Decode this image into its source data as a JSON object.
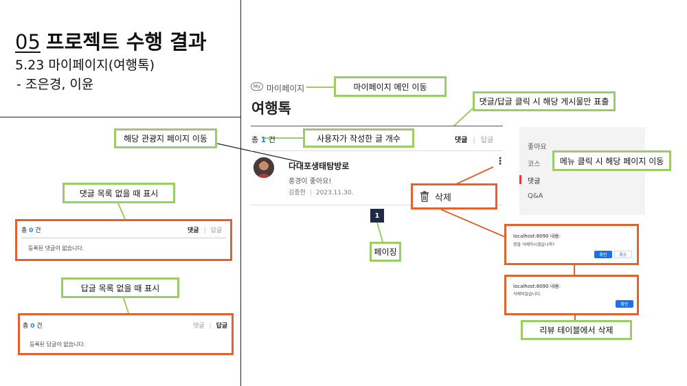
{
  "header": {
    "title_num": "05",
    "title_text": "프로젝트 수행 결과",
    "subtitle": "5.23 마이페이지(여행톡)",
    "names": "- 조은경, 이윤"
  },
  "mypage": {
    "icon_text": "My",
    "label": "마이페이지",
    "title": "여행톡",
    "count_prefix": "총",
    "count_value": "1",
    "count_suffix": "건",
    "tab_comment": "댓글",
    "tab_reply": "답글",
    "item": {
      "place": "다대포생태탐방로",
      "review": "풍경이 좋아요!",
      "author": "김종현",
      "date": "2023.11.30."
    },
    "delete_label": "삭제",
    "page": "1"
  },
  "side_menu": {
    "items": [
      "좋아요",
      "코스",
      "댓글",
      "Q&A"
    ]
  },
  "empty_comments": {
    "count_prefix": "총",
    "count_value": "0",
    "count_suffix": "건",
    "tab_comment": "댓글",
    "tab_reply": "답글",
    "message": "등록된 댓글이 없습니다."
  },
  "empty_replies": {
    "count_prefix": "총",
    "count_value": "0",
    "count_suffix": "건",
    "tab_comment": "댓글",
    "tab_reply": "답글",
    "message": "등록된 답글이 없습니다."
  },
  "confirm_dialog": {
    "title": "localhost:8090 내용:",
    "message": "정말 삭제하시겠습니까?",
    "ok": "확인",
    "cancel": "취소"
  },
  "alert_dialog": {
    "title": "localhost:8090 내용:",
    "message": "삭제되었습니다.",
    "ok": "확인"
  },
  "callouts": {
    "mypage_main": "마이페이지 메인 이동",
    "tab_filter": "댓글/답글 클릭 시 해당 게시물만 표출",
    "user_count": "사용자가 작성한 글 개수",
    "tourist_page": "해당 관광지 페이지 이동",
    "menu_move": "메뉴 클릭 시 해당 페이지 이동",
    "empty_comment": "댓글 목록 없을 때 표시",
    "empty_reply": "답글 목록 없을 때 표시",
    "paging": "페이징",
    "review_delete": "리뷰 테이블에서 삭제"
  },
  "colors": {
    "callout_border": "#9ccc65",
    "highlight_border": "#e0622f",
    "accent_blue": "#1e88e5",
    "page_active": "#1f2a44",
    "menu_active": "#e53935"
  }
}
